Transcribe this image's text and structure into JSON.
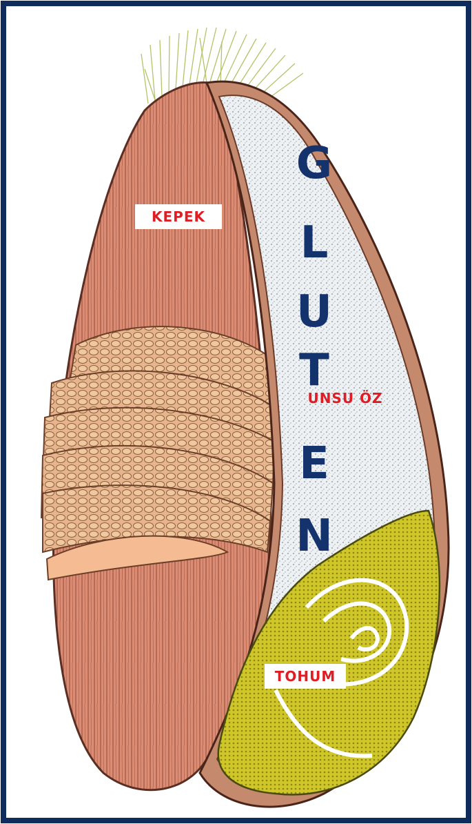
{
  "diagram": {
    "labels": {
      "bran": "KEPEK",
      "endosperm": "UNSU ÖZ",
      "germ": "TOHUM"
    },
    "vertical_word": "GLUTEN",
    "colors": {
      "frame": "#0f2c5c",
      "bran": "#df8a72",
      "endosperm": "#e8ecef",
      "germ": "#c9c21f",
      "label_text": "#e01c24",
      "vertical_word": "#14326c",
      "hairs": "#b6c26a"
    }
  }
}
